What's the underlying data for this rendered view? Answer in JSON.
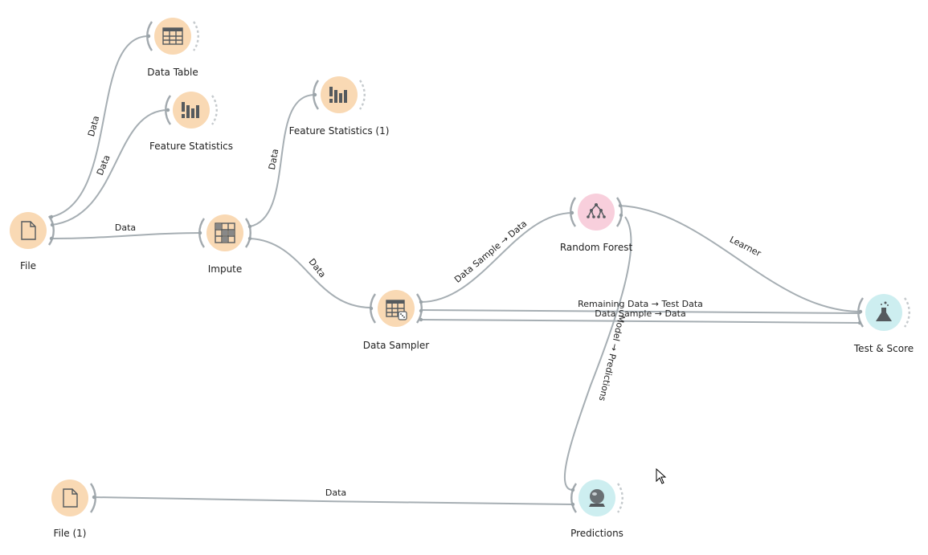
{
  "nodes": {
    "file": {
      "label": "File",
      "color": "#f9d9b4",
      "icon": "file-icon"
    },
    "file1": {
      "label": "File (1)",
      "color": "#f9d9b4",
      "icon": "file-icon"
    },
    "data_table": {
      "label": "Data Table",
      "color": "#f9d9b4",
      "icon": "table-icon"
    },
    "feature_statistics": {
      "label": "Feature Statistics",
      "color": "#f9d9b4",
      "icon": "bar-chart-icon"
    },
    "feature_statistics_1": {
      "label": "Feature Statistics (1)",
      "color": "#f9d9b4",
      "icon": "bar-chart-icon"
    },
    "impute": {
      "label": "Impute",
      "color": "#f9d9b4",
      "icon": "impute-grid-icon"
    },
    "data_sampler": {
      "label": "Data Sampler",
      "color": "#f9d9b4",
      "icon": "table-dice-icon"
    },
    "random_forest": {
      "label": "Random Forest",
      "color": "#f8cfdc",
      "icon": "tree-icon"
    },
    "test_score": {
      "label": "Test & Score",
      "color": "#cdeef0",
      "icon": "flask-icon"
    },
    "predictions": {
      "label": "Predictions",
      "color": "#cdeef0",
      "icon": "crystal-ball-icon"
    }
  },
  "links": {
    "file_datatable": "Data",
    "file_featstats": "Data",
    "file_impute": "Data",
    "impute_featstats1": "Data",
    "impute_sampler": "Data",
    "sampler_forest": "Data Sample → Data",
    "sampler_test_remaining": "Remaining Data → Test Data",
    "sampler_test_sample": "Data Sample → Data",
    "forest_test": "Learner",
    "forest_predictions": "Model → Predictions",
    "file1_predictions": "Data"
  }
}
